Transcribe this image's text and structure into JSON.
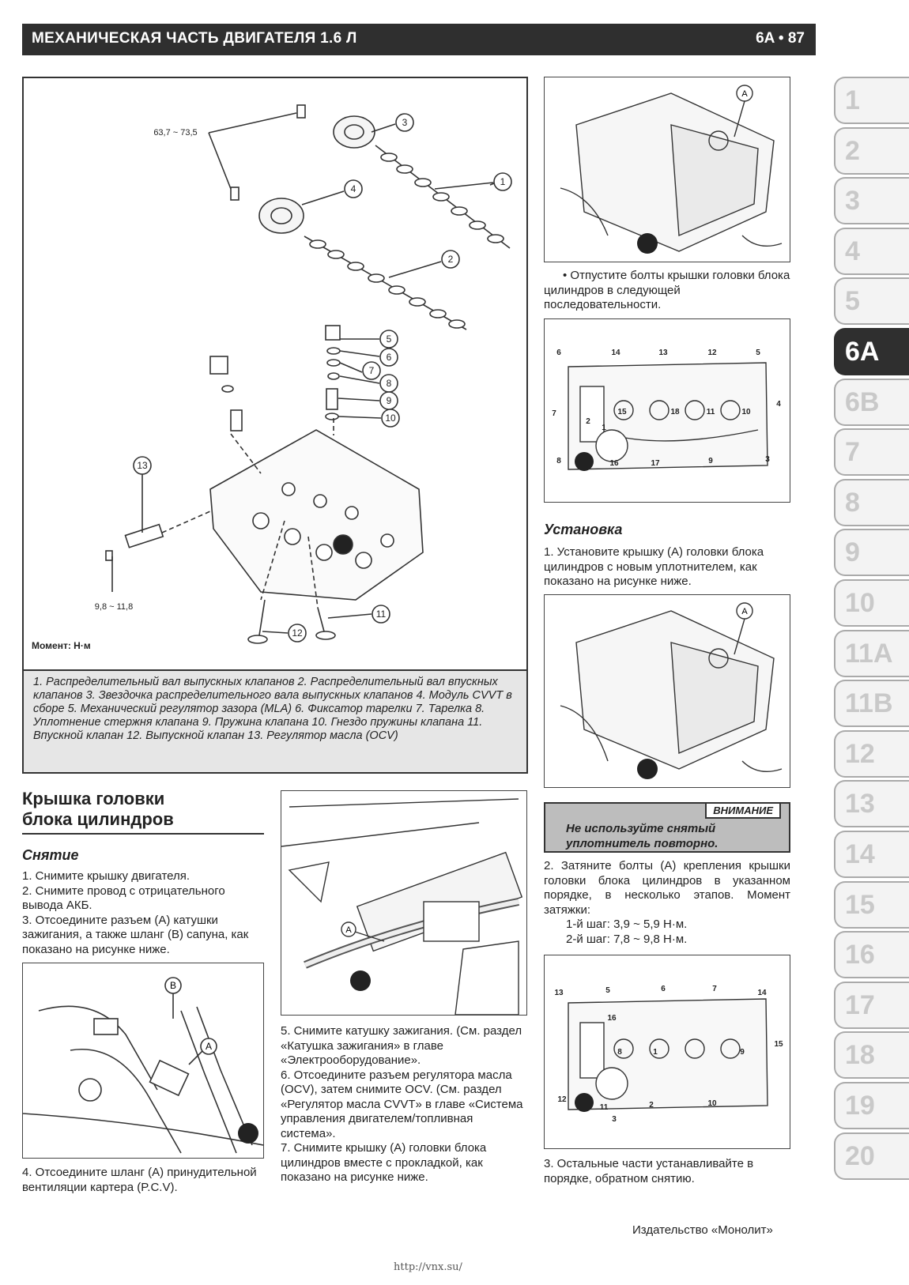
{
  "header": {
    "title": "МЕХАНИЧЕСКАЯ ЧАСТЬ ДВИГАТЕЛЯ 1.6 Л",
    "page": "6A • 87"
  },
  "tabs": [
    "1",
    "2",
    "3",
    "4",
    "5",
    "6A",
    "6B",
    "7",
    "8",
    "9",
    "10",
    "11A",
    "11B",
    "12",
    "13",
    "14",
    "15",
    "16",
    "17",
    "18",
    "19",
    "20"
  ],
  "active_tab": "6A",
  "diagram1": {
    "torque_top": "63,7 ~ 73,5",
    "torque_bottom": "9,8 ~ 11,8",
    "moment_label": "Момент: Н·м",
    "callouts": [
      "1",
      "2",
      "3",
      "4",
      "5",
      "6",
      "7",
      "8",
      "9",
      "10",
      "11",
      "12",
      "13"
    ],
    "caption": "1. Распределительный вал выпускных клапанов 2. Распределительный вал впускных клапанов 3. Звездочка распределительного вала выпускных клапанов 4. Модуль CVVT в сборе 5. Механический регулятор зазора (MLA) 6. Фиксатор тарелки 7. Тарелка 8. Уплотнение стержня клапана 9. Пружина клапана 10. Гнездо пружины клапана 11. Впускной клапан 12. Выпускной клапан 13. Регулятор масла (OCV)"
  },
  "section": {
    "title_line1": "Крышка головки",
    "title_line2": "блока цилиндров",
    "removal": "Снятие",
    "step1": "1. Снимите крышку двигателя.",
    "step2": "2. Снимите провод с отрицательного вывода АКБ.",
    "step3": "3. Отсоедините разъем (A) катушки зажигания, а также шланг (B) сапуна, как показано на рисунке ниже.",
    "step4": "4. Отсоедините шланг (A) принудительной вентиляции картера (P.C.V).",
    "step5": "5. Снимите катушку зажигания. (См. раздел «Катушка зажигания» в главе «Электрооборудование».",
    "step6": "6. Отсоедините разъем регулятора масла (OCV), затем снимите OCV. (См. раздел «Регулятор масла CVVT» в главе «Система управления двигателем/топливная система».",
    "step7": "7. Снимите крышку (A) головки блока цилиндров вместе с прокладкой, как показано на рисунке ниже.",
    "label_A": "A",
    "label_B": "B"
  },
  "right": {
    "bullet": "• Отпустите болты крышки головки блока цилиндров в следующей последовательности.",
    "install": "Установка",
    "inst1": "1. Установите крышку (A) головки блока цилиндров с новым уплотнителем, как показано на рисунке ниже.",
    "warn_label": "ВНИМАНИЕ",
    "warn_text": "Не используйте снятый уплотнитель повторно.",
    "inst2": "2. Затяните болты (A) крепления крышки головки блока цилиндров в указанном порядке, в несколько этапов. Момент затяжки:",
    "inst2a": "1-й шаг: 3,9 ~ 5,9 Н·м.",
    "inst2b": "2-й шаг: 7,8 ~ 9,8 Н·м.",
    "inst3": "3. Остальные части устанавливайте в порядке, обратном снятию.",
    "loosen_seq": [
      "6",
      "14",
      "13",
      "12",
      "5",
      "7",
      "4",
      "2",
      "15",
      "18",
      "11",
      "10",
      "8",
      "16",
      "17",
      "9",
      "3",
      "1"
    ],
    "tighten_seq": [
      "13",
      "5",
      "6",
      "7",
      "14",
      "16",
      "1",
      "8",
      "9",
      "15",
      "12",
      "11",
      "3",
      "2",
      "10"
    ]
  },
  "footer": {
    "publisher": "Издательство «Монолит»",
    "url": "http://vnx.su/"
  }
}
